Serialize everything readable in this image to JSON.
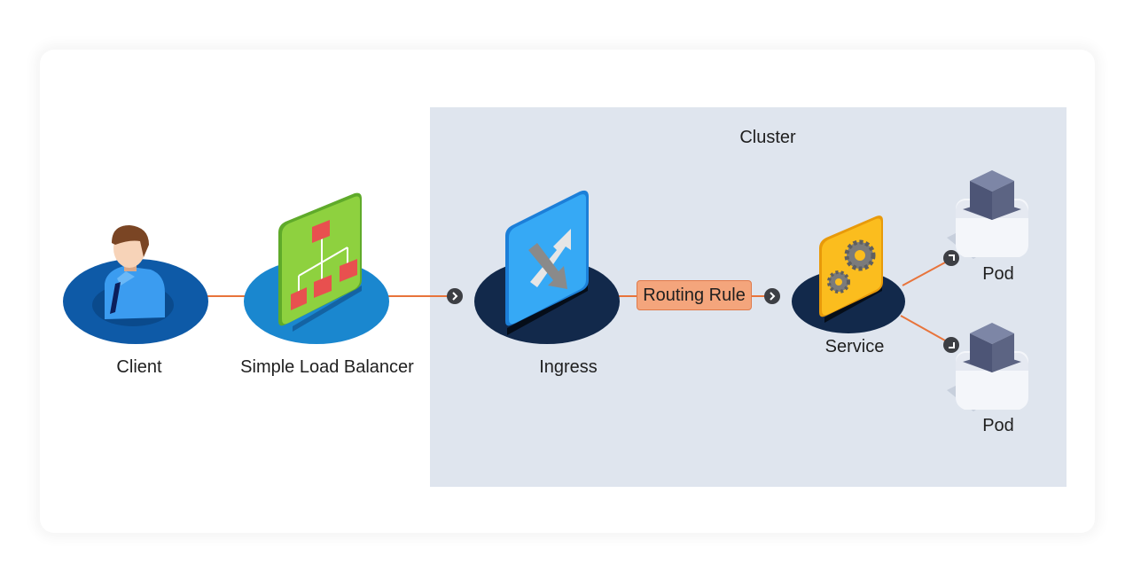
{
  "diagram": {
    "cluster_label": "Cluster",
    "nodes": {
      "client": {
        "label": "Client",
        "icon": "person-icon"
      },
      "load_balancer": {
        "label": "Simple Load Balancer",
        "icon": "hierarchy-icon"
      },
      "ingress": {
        "label": "Ingress",
        "icon": "shuffle-arrows-icon"
      },
      "routing_rule": {
        "label": "Routing Rule"
      },
      "service": {
        "label": "Service",
        "icon": "gears-icon"
      },
      "pod_top": {
        "label": "Pod",
        "icon": "cube-icon"
      },
      "pod_bottom": {
        "label": "Pod",
        "icon": "cube-icon"
      }
    },
    "edges": [
      {
        "from": "Client",
        "to": "Simple Load Balancer"
      },
      {
        "from": "Simple Load Balancer",
        "to": "Ingress"
      },
      {
        "from": "Ingress",
        "to": "Routing Rule"
      },
      {
        "from": "Routing Rule",
        "to": "Service"
      },
      {
        "from": "Service",
        "to": "Pod"
      },
      {
        "from": "Service",
        "to": "Pod"
      }
    ],
    "colors": {
      "connector": "#e8743b",
      "cluster_bg": "#dfe5ee",
      "client_disc": "#0e5aa7",
      "lb_disc": "#1a87cf",
      "lb_panel": "#8ed13f",
      "ingress_disc": "#12294b",
      "ingress_panel": "#36a9f5",
      "service_panel": "#fbbd1e",
      "pod_cube": "#5c6483",
      "routing_rule_bg": "#f4a57c"
    }
  }
}
